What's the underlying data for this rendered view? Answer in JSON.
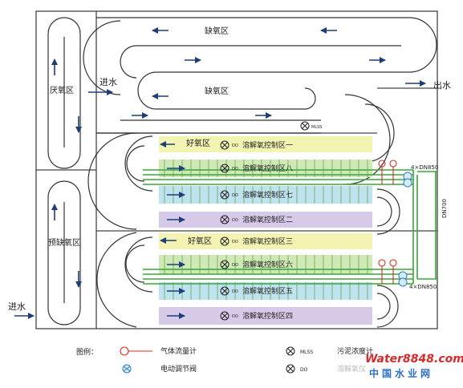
{
  "zones": {
    "anoxic": "缺氧区",
    "anaerobic": "厌氧区",
    "pre_anoxic": "预缺氧区",
    "aerobic": "好氧区"
  },
  "flows": {
    "inlet": "进水",
    "outlet": "出水"
  },
  "do_control_zones": [
    "溶解氧控制区一",
    "溶解氧控制区八",
    "溶解氧控制区七",
    "溶解氧控制区二",
    "溶解氧控制区三",
    "溶解氧控制区六",
    "溶解氧控制区五",
    "溶解氧控制区四"
  ],
  "sensor_labels": {
    "do": "DO",
    "mlss": "MLSS"
  },
  "pipes": {
    "manifold": "4×DN850",
    "main": "DN700"
  },
  "legend": {
    "title": "图例：",
    "gas_flow_meter": "气体流量计",
    "motor_valve": "电动调节阀",
    "mlss_meter": "污泥浓度计",
    "do_meter": "溶解氧仪"
  },
  "watermark": {
    "site": "Water8848.com",
    "name": "中国水业网"
  },
  "colors": {
    "yellow_zone": "#f3f4b2",
    "green_zone": "#cfe8b5",
    "blue_zone": "#bfe2ef",
    "purple_zone": "#d7c9e8",
    "air_pipe": "#3aa53a",
    "flow_meter": "#e1261c",
    "valve": "#2f7fbf",
    "arrow": "#1f3d7a"
  }
}
